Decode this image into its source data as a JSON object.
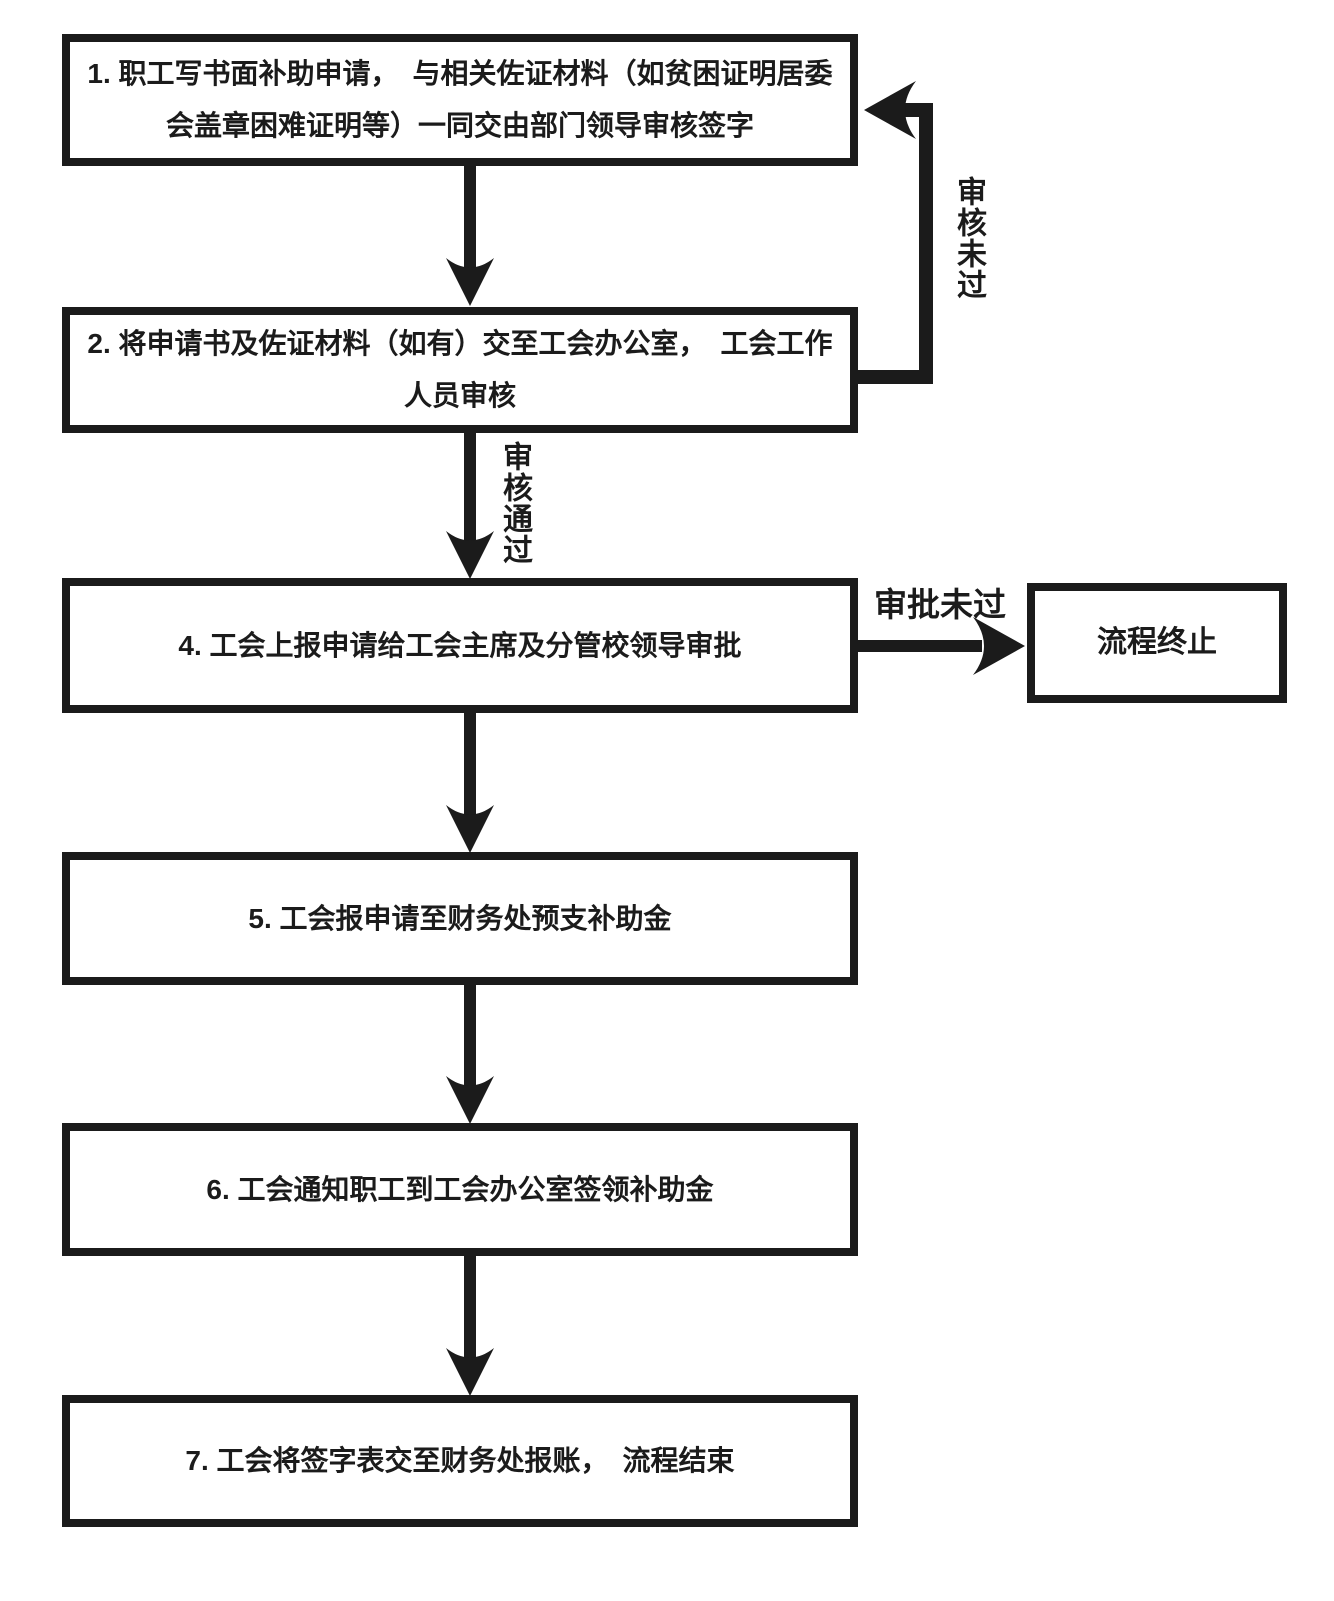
{
  "flowchart": {
    "title_hint": "员工补助申请流程图",
    "colors": {
      "stroke": "#1b1b1b",
      "background": "#ffffff"
    },
    "steps": [
      {
        "id": "1",
        "text": "1. 职工写书面补助申请，　与相关佐证材料（如贫困证明居委\n会盖章困难证明等）一同交由部门领导审核签字"
      },
      {
        "id": "2",
        "text": "2. 将申请书及佐证材料（如有）交至工会办公室，　工会工作\n人员审核"
      },
      {
        "id": "4",
        "text": "4. 工会上报申请给工会主席及分管校领导审批"
      },
      {
        "id": "5",
        "text": "5. 工会报申请至财务处预支补助金"
      },
      {
        "id": "6",
        "text": "6. 工会通知职工到工会办公室签领补助金"
      },
      {
        "id": "7",
        "text": "7. 工会将签字表交至财务处报账，　流程结束"
      }
    ],
    "terminal": {
      "text": "流程终止"
    },
    "labels": {
      "review_fail": "审核未过",
      "review_pass": "审核通过",
      "approve_fail": "审批未过"
    },
    "edges": [
      {
        "from": "1",
        "to": "2",
        "label": ""
      },
      {
        "from": "2",
        "to": "1",
        "label": "审核未过"
      },
      {
        "from": "2",
        "to": "4",
        "label": "审核通过"
      },
      {
        "from": "4",
        "to": "流程终止",
        "label": "审批未过"
      },
      {
        "from": "4",
        "to": "5",
        "label": ""
      },
      {
        "from": "5",
        "to": "6",
        "label": ""
      },
      {
        "from": "6",
        "to": "7",
        "label": ""
      }
    ]
  }
}
